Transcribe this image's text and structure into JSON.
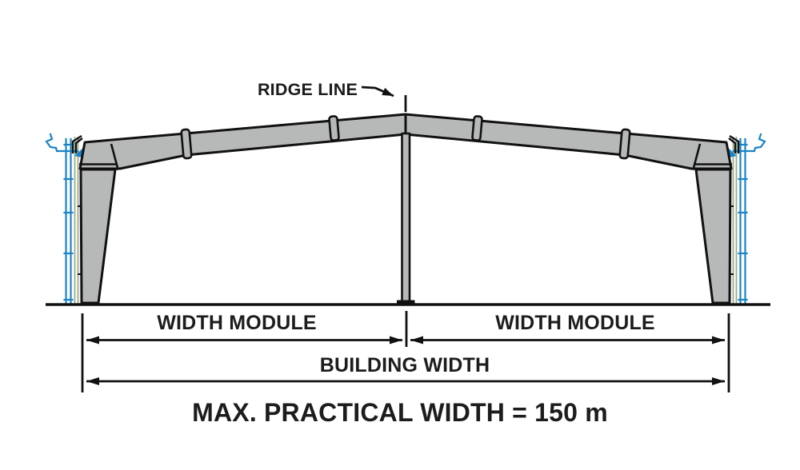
{
  "labels": {
    "ridge_line": "RIDGE LINE",
    "width_module_left": "WIDTH MODULE",
    "width_module_right": "WIDTH MODULE",
    "building_width": "BUILDING WIDTH",
    "max_practical_width": "MAX. PRACTICAL WIDTH = 150 m"
  },
  "values": {
    "max_practical_width_m": 150,
    "unit": "m"
  },
  "colors": {
    "background": "#ffffff",
    "steel_fill": "#b7b9b8",
    "outline": "#111111",
    "girt_blue": "#1a84c6",
    "wall_panel_green": "#9cab8b",
    "text_black": "#1c1c1c"
  }
}
